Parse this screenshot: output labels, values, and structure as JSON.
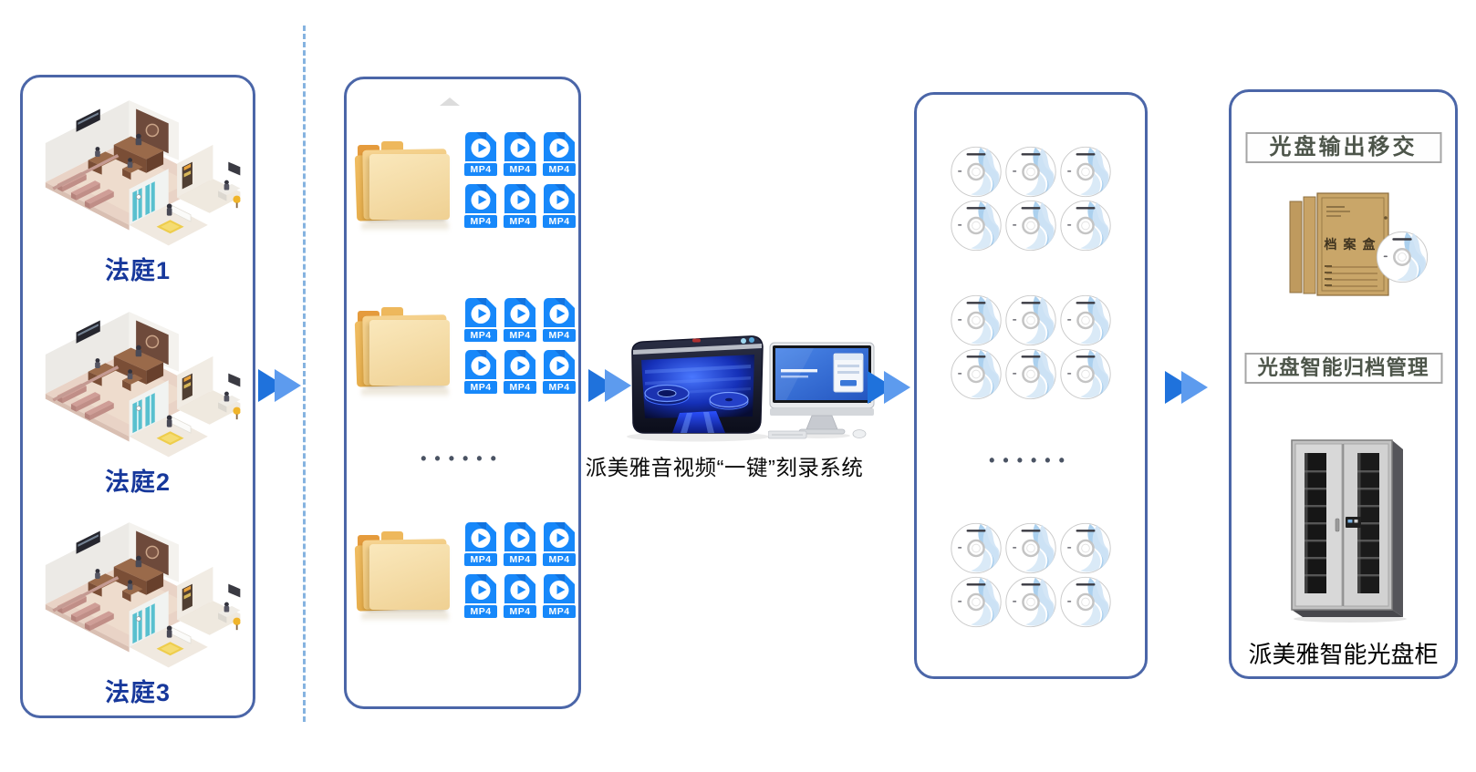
{
  "courts": {
    "labels": [
      "法庭1",
      "法庭2",
      "法庭3"
    ]
  },
  "files_panel": {
    "mp4_badge": "MP4",
    "ellipsis": "••••••"
  },
  "burner": {
    "caption": "派美雅音视频“一键”刻录系统"
  },
  "discs_panel": {
    "ellipsis": "••••••"
  },
  "archive_panel": {
    "transfer_label": "光盘输出移交",
    "management_label": "光盘智能归档管理",
    "cabinet_caption": "派美雅智能光盘柜",
    "archive_box_label": "档案盒"
  },
  "colors": {
    "panel_border": "#4b66a8",
    "divider_dashed": "#85b3e0",
    "arrow_dark": "#1f72dc",
    "arrow_light": "#5d9bee",
    "mp4_blue": "#1788fa",
    "court_label_text": "#17389b",
    "label_box_text": "#4d554a",
    "ellipsis_dots": "#4a5363"
  }
}
